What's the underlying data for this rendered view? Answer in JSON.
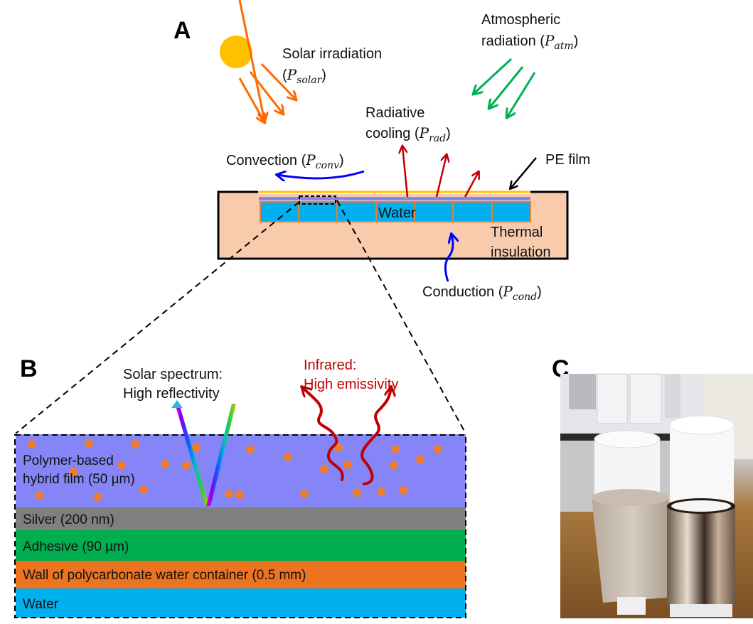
{
  "panels": {
    "a": {
      "label": "A",
      "solar": {
        "line1": "Solar irradiation",
        "open": "(",
        "sym": "P",
        "sub": "solar",
        "close": ")"
      },
      "atm": {
        "line1": "Atmospheric",
        "line2": "radiation (",
        "sym": "P",
        "sub": "atm",
        "close": ")"
      },
      "rad": {
        "line1": "Radiative",
        "line2": "cooling (",
        "sym": "P",
        "sub": "rad",
        "close": ")"
      },
      "conv": {
        "text": "Convection (",
        "sym": "P",
        "sub": "conv",
        "close": ")"
      },
      "cond": {
        "text": "Conduction (",
        "sym": "P",
        "sub": "cond",
        "close": ")"
      },
      "pe_film": "PE film",
      "water": "Water",
      "insulation": {
        "line1": "Thermal",
        "line2": "insulation"
      }
    },
    "b": {
      "label": "B",
      "solar_spectrum": {
        "line1": "Solar spectrum:",
        "line2": "High reflectivity"
      },
      "infrared": {
        "line1": "Infrared:",
        "line2": "High emissivity"
      },
      "layers": [
        {
          "name": "film",
          "line1": "Polymer-based",
          "line2": "hybrid film (50 µm)",
          "color": "#8585f8"
        },
        {
          "name": "silver",
          "line1": "Silver (200 nm)",
          "color": "#7f7f7f"
        },
        {
          "name": "adhesive",
          "line1": "Adhesive (90 µm)",
          "color": "#00ad4f"
        },
        {
          "name": "wall",
          "line1": "Wall of polycarbonate water container (0.5 mm)",
          "color": "#ec7320"
        },
        {
          "name": "water",
          "line1": "Water",
          "color": "#00b0ef"
        }
      ]
    },
    "c": {
      "label": "C",
      "photo": "two-film-rolls-photo"
    }
  },
  "colors": {
    "sun": "#ffc000",
    "solar_arrow": "#ff6a00",
    "atm_arrow": "#00b050",
    "rad_arrow": "#c00000",
    "blue_arrow": "#0000ff",
    "insulation": "#f8cbad",
    "container_water": "#00b0ef",
    "container_border": "#ed7d31",
    "pe_film": "#ffc000",
    "hybrid_film": "#8585f8",
    "particle": "#ed7d31"
  }
}
